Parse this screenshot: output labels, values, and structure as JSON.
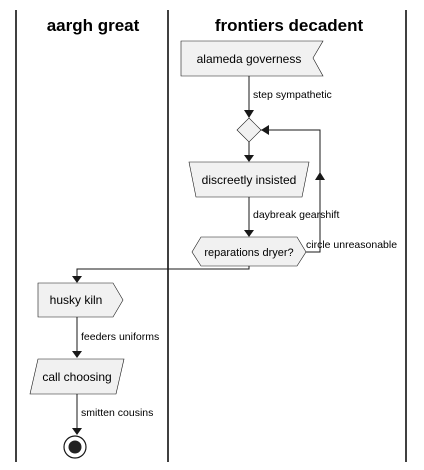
{
  "lanes": {
    "left": {
      "title": "aargh great"
    },
    "right": {
      "title": "frontiers decadent"
    }
  },
  "nodes": {
    "governess": "alameda governess",
    "insisted": "discreetly insisted",
    "dryer": "reparations dryer?",
    "kiln": "husky kiln",
    "choosing": "call choosing"
  },
  "edges": {
    "sympathetic": "step sympathetic",
    "gearshift": "daybreak gearshift",
    "unreasonable": "circle unreasonable",
    "uniforms": "feeders uniforms",
    "cousins": "smitten cousins"
  }
}
